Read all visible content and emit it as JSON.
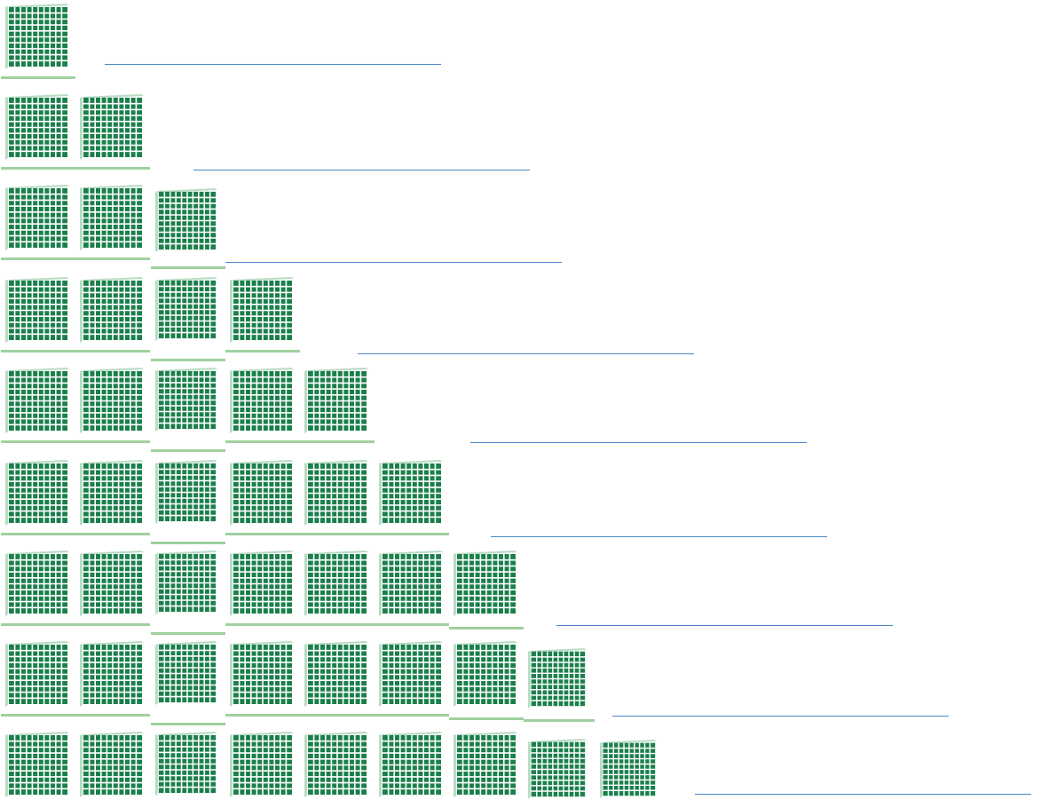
{
  "worksheet": {
    "title": "",
    "rows": [
      {
        "blocks": 1,
        "answer": ""
      },
      {
        "blocks": 2,
        "answer": ""
      },
      {
        "blocks": 3,
        "answer": ""
      },
      {
        "blocks": 4,
        "answer": ""
      },
      {
        "blocks": 5,
        "answer": ""
      },
      {
        "blocks": 6,
        "answer": ""
      },
      {
        "blocks": 7,
        "answer": ""
      },
      {
        "blocks": 8,
        "answer": ""
      },
      {
        "blocks": 9,
        "answer": ""
      }
    ],
    "block": {
      "icon": "hundred-block-icon",
      "grid_cells_per_side": 10,
      "color": "#1a7f4b",
      "grout_color": "#ffffff",
      "edge_color": "#b9dcc4"
    },
    "shelf_color": "#9fd19f",
    "answer_line_color": "#4a86c8"
  }
}
